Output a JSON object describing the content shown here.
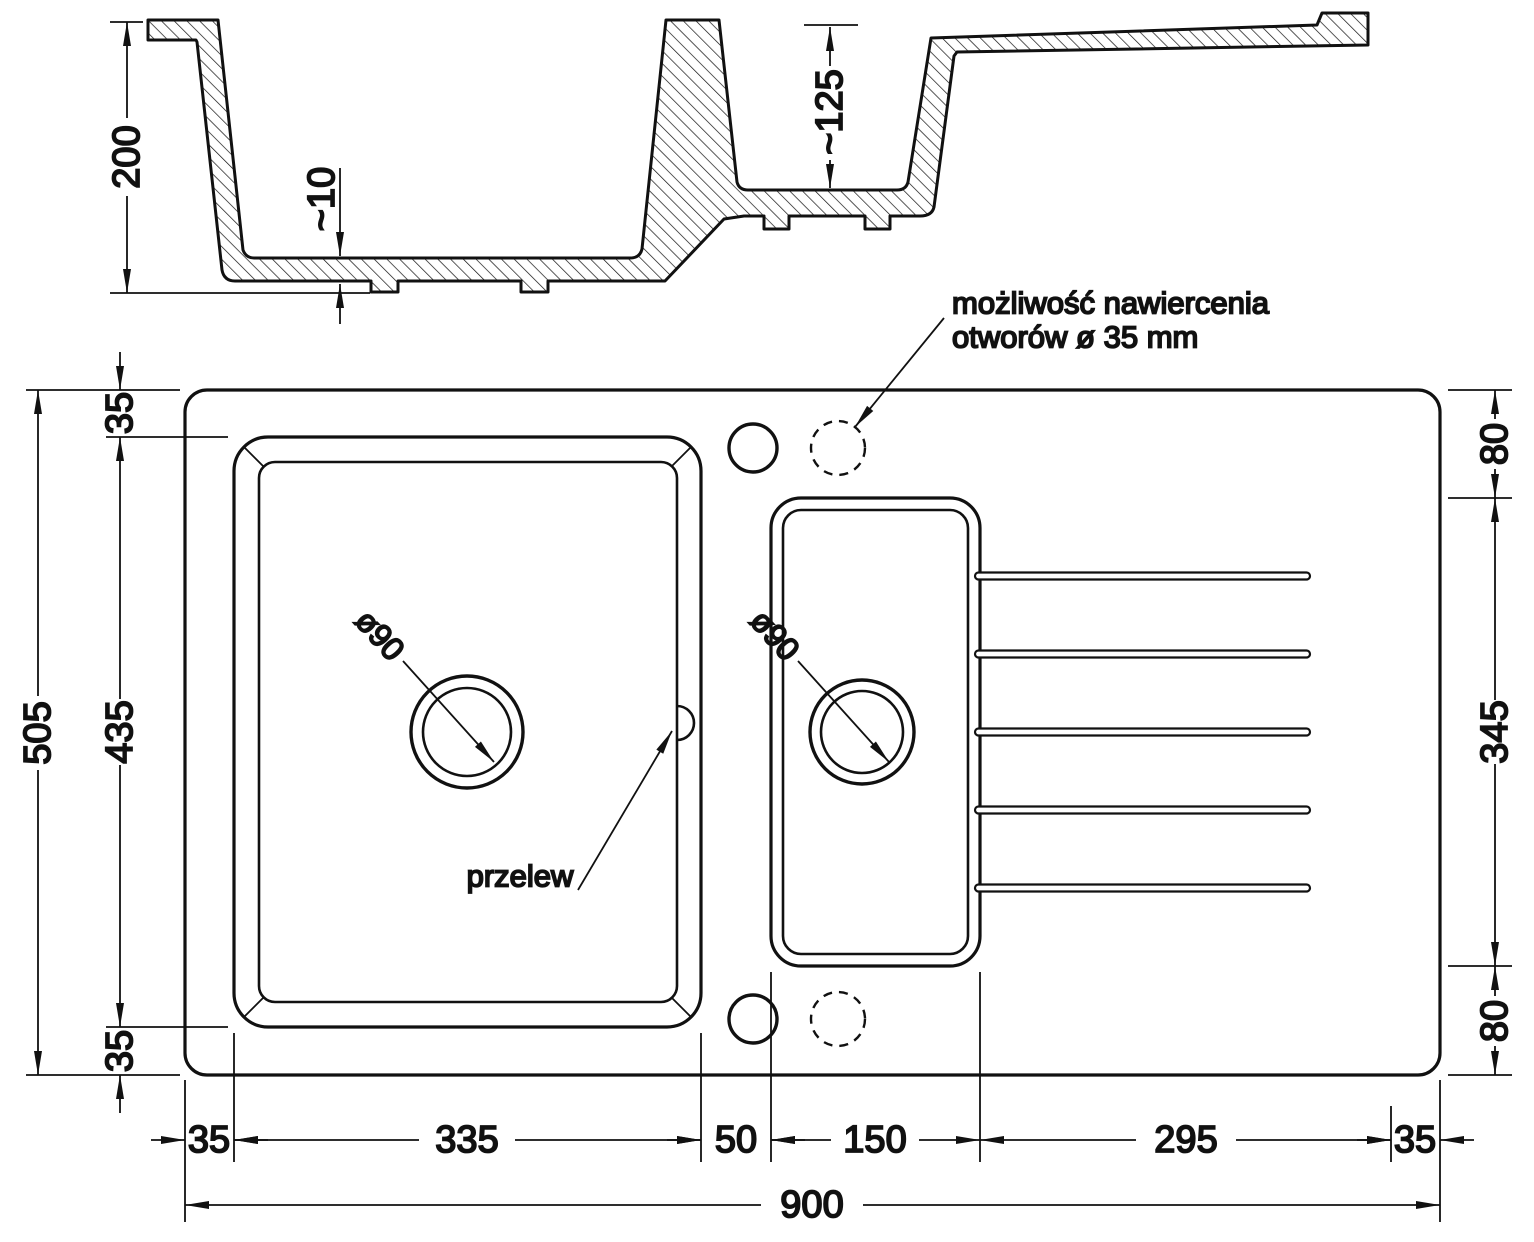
{
  "section": {
    "depth": "200",
    "base_thickness": "~10",
    "small_bowl_depth": "~125"
  },
  "plan": {
    "width_total": "900",
    "height_total": "505",
    "left_top_margin": "35",
    "basin_height": "435",
    "left_bottom_margin": "35",
    "right_top": "80",
    "right_middle": "345",
    "right_bottom": "80",
    "bottom_segments": [
      "35",
      "335",
      "50",
      "150",
      "295",
      "35"
    ],
    "drain_left": "ø90",
    "drain_middle": "ø90",
    "overflow": "przelew",
    "callout": {
      "line1": "możliwość nawiercenia",
      "line2": "otworów ø 35 mm"
    }
  }
}
